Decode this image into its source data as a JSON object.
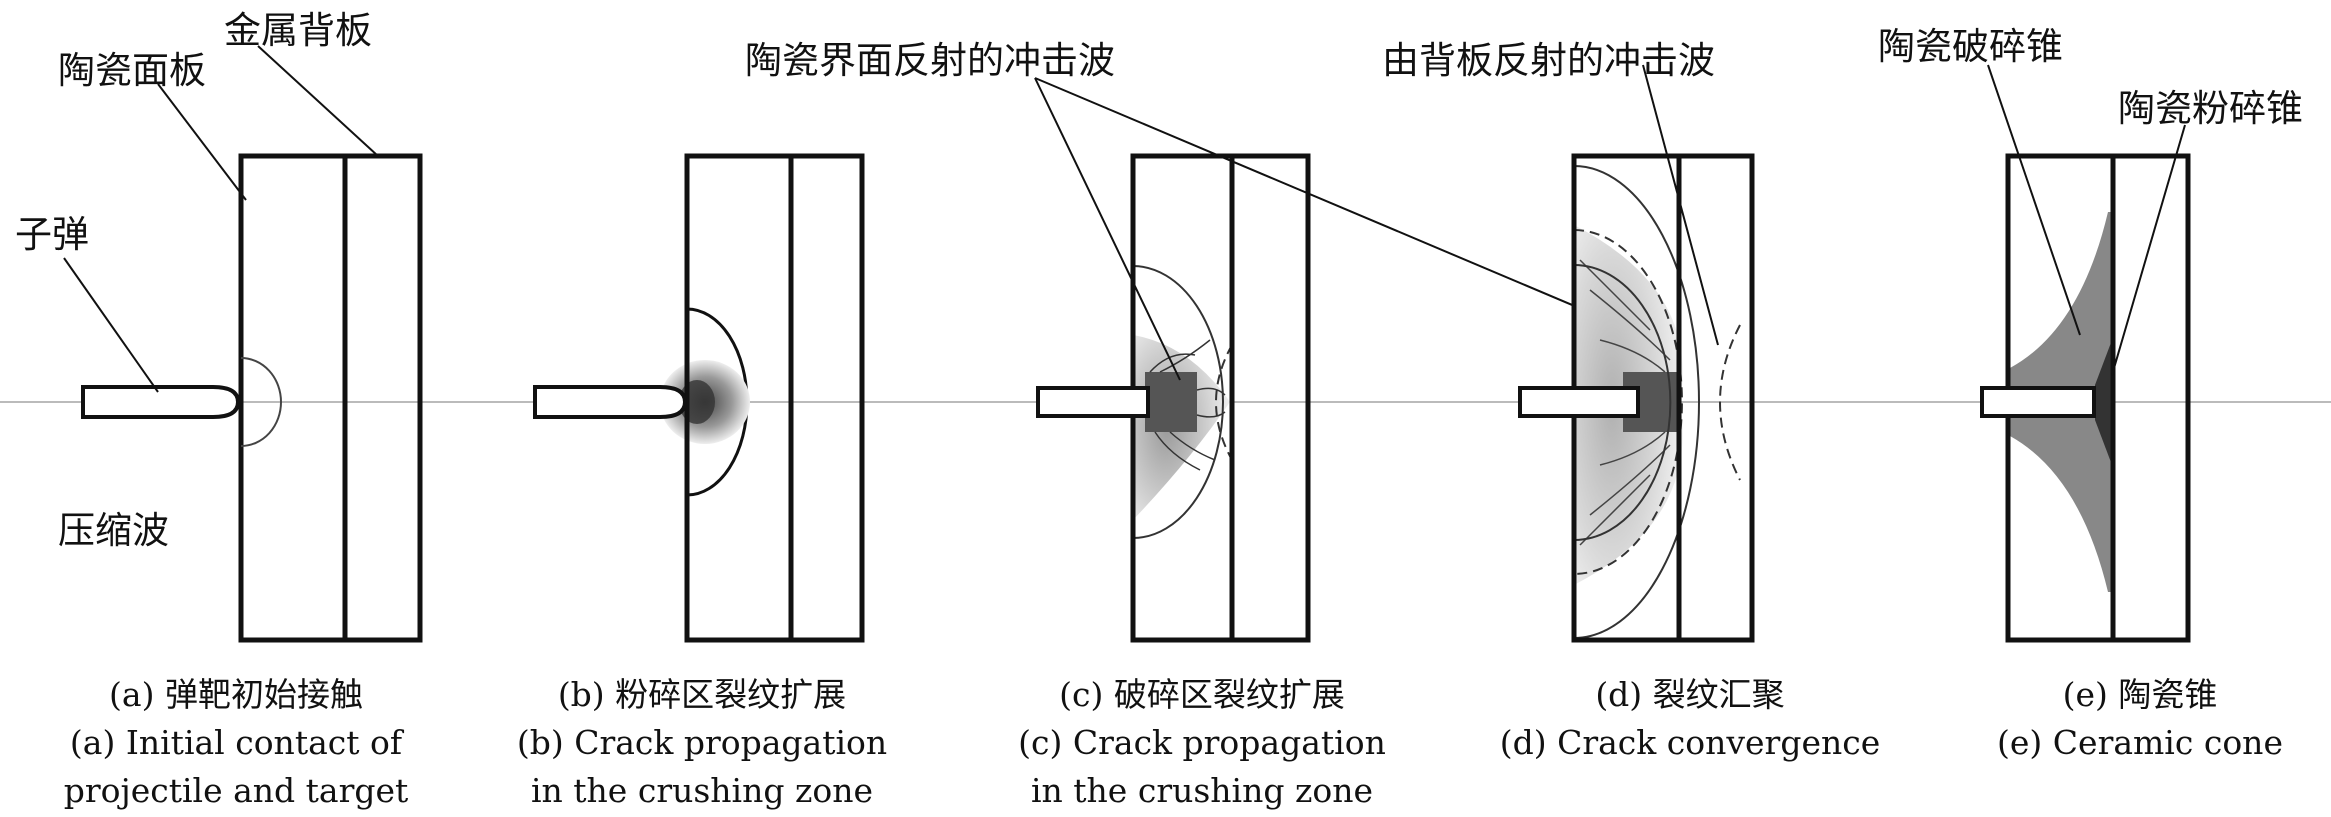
{
  "labels": {
    "bullet": "子弹",
    "compression_wave": "压缩波",
    "ceramic_panel": "陶瓷面板",
    "metal_backplate": "金属背板",
    "ceramic_interface_shock": "陶瓷界面反射的冲击波",
    "backplate_reflected_shock": "由背板反射的冲击波",
    "ceramic_fracture_cone": "陶瓷破碎锥",
    "ceramic_crush_cone": "陶瓷粉碎锥"
  },
  "panels": [
    {
      "cn": "(a) 弹靶初始接触",
      "en1": "(a) Initial contact of",
      "en2": "projectile and target"
    },
    {
      "cn": "(b) 粉碎区裂纹扩展",
      "en1": "(b) Crack propagation",
      "en2": "in the crushing zone"
    },
    {
      "cn": "(c) 破碎区裂纹扩展",
      "en1": "(c) Crack propagation",
      "en2": "in the crushing zone"
    },
    {
      "cn": "(d) 裂纹汇聚",
      "en1": "(d) Crack convergence",
      "en2": ""
    },
    {
      "cn": "(e) 陶瓷锥",
      "en1": "(e) Ceramic cone",
      "en2": ""
    }
  ]
}
